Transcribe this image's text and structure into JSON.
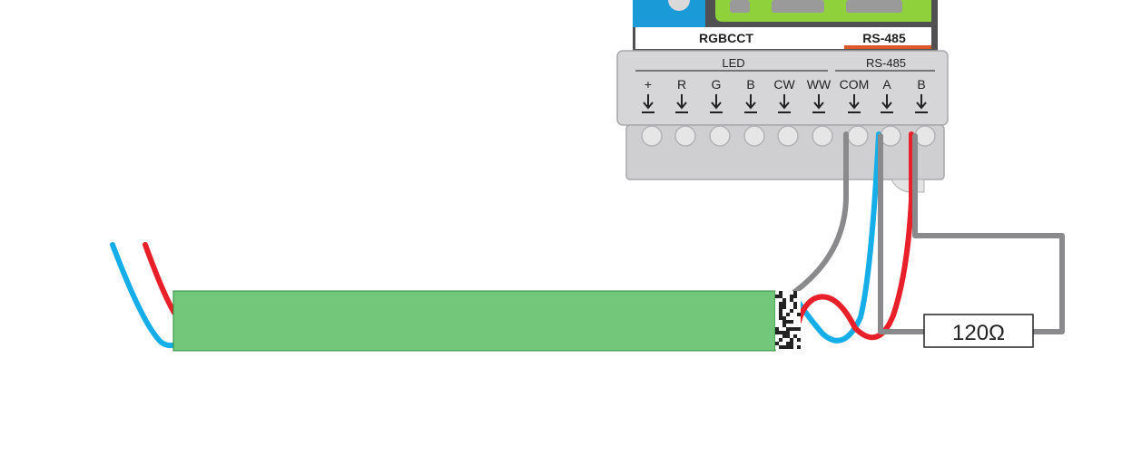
{
  "device": {
    "section_left_label": "RGBCCT",
    "section_right_label": "RS-485",
    "group_led_label": "LED",
    "group_rs485_label": "RS-485",
    "terminals": [
      {
        "label": "+"
      },
      {
        "label": "R"
      },
      {
        "label": "G"
      },
      {
        "label": "B"
      },
      {
        "label": "CW"
      },
      {
        "label": "WW"
      },
      {
        "label": "COM"
      },
      {
        "label": "A"
      },
      {
        "label": "B"
      }
    ]
  },
  "resistor": {
    "label": "120Ω"
  },
  "colors": {
    "housing": "#cfcfd1",
    "housing_dark": "#b9b9bc",
    "module_body": "#72c77a",
    "wire_red": "#e8202a",
    "wire_blue": "#16aee8",
    "wire_gray": "#8a8a8c",
    "accent_blue": "#1a9ad6",
    "accent_green": "#8ed13b",
    "accent_dark": "#3a3a3a",
    "accent_orange": "#e0582a"
  }
}
